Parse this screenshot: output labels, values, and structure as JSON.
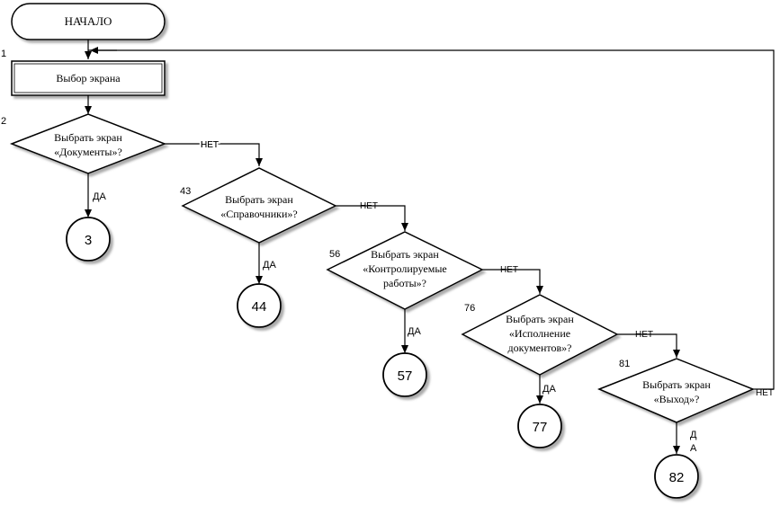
{
  "start": {
    "label": "НАЧАЛО"
  },
  "process": {
    "number": "1",
    "label": "Выбор экрана"
  },
  "decisions": [
    {
      "number": "2",
      "lines": [
        "Выбрать экран",
        "«Документы»?"
      ]
    },
    {
      "number": "43",
      "lines": [
        "Выбрать экран",
        "«Справочники»?"
      ]
    },
    {
      "number": "56",
      "lines": [
        "Выбрать экран",
        "«Контролируемые",
        "работы»?"
      ]
    },
    {
      "number": "76",
      "lines": [
        "Выбрать экран",
        "«Исполнение",
        "документов»?"
      ]
    },
    {
      "number": "81",
      "lines": [
        "Выбрать экран",
        "«Выход»?"
      ]
    }
  ],
  "connectors": [
    "3",
    "44",
    "57",
    "77",
    "82"
  ],
  "labels": {
    "yes": "ДА",
    "no": "НЕТ",
    "yes_split": [
      "Д",
      "А"
    ]
  }
}
